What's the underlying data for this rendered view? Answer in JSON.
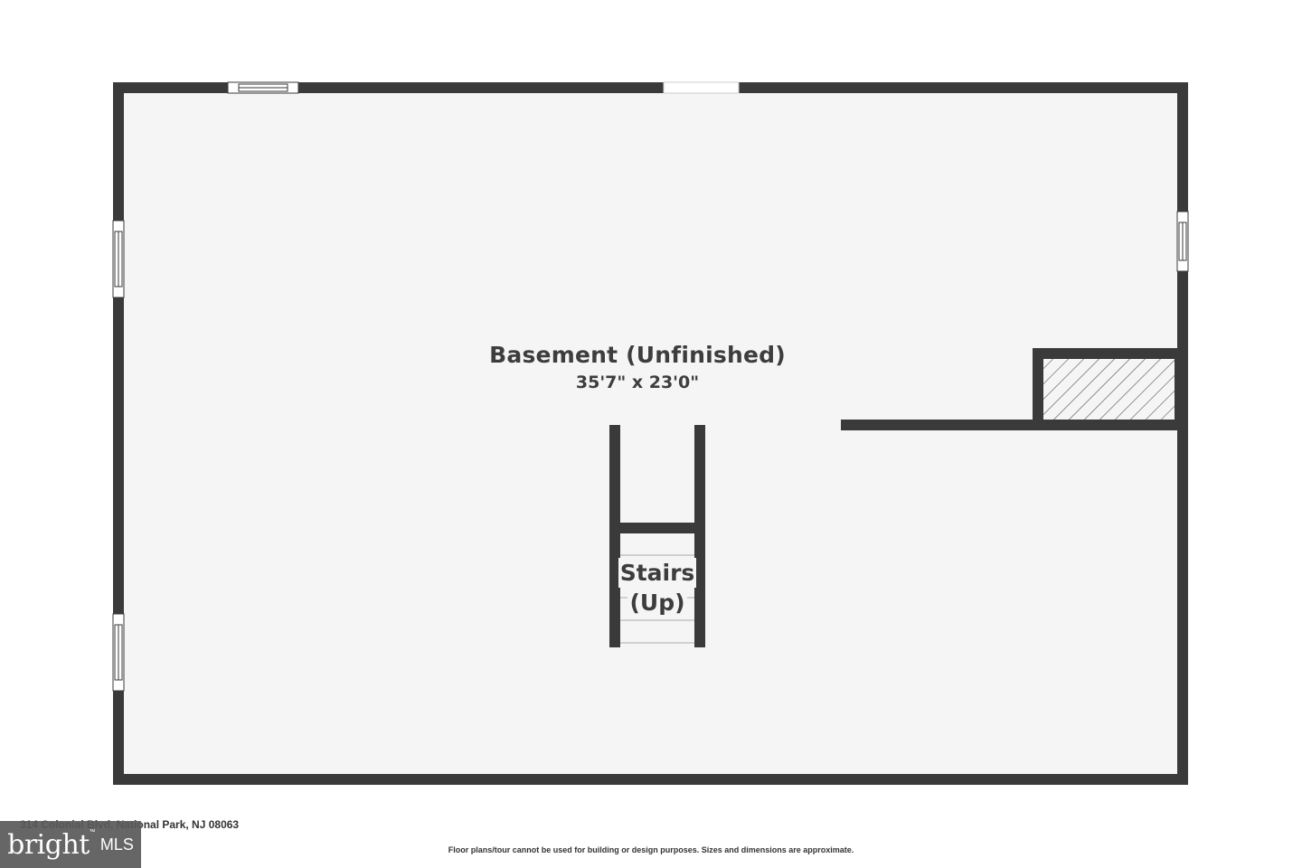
{
  "floorplan": {
    "room": {
      "name": "Basement (Unfinished)",
      "dimensions": "35'7\" x 23'0\""
    },
    "stairs": {
      "line1": "Stairs",
      "line2": "(Up)"
    },
    "colors": {
      "wall": "#3a3a3a",
      "floor": "#f5f5f5",
      "text": "#3d3d3d"
    }
  },
  "footer": {
    "address": "314 Colonial Blvd, National Park, NJ 08063",
    "disclaimer": "Floor plans/tour cannot be used for building or design purposes. Sizes and dimensions are approximate."
  },
  "brand": {
    "wordmark": "bright",
    "trademark": "™",
    "suffix": "MLS",
    "icon": "bright-mls-logo"
  }
}
